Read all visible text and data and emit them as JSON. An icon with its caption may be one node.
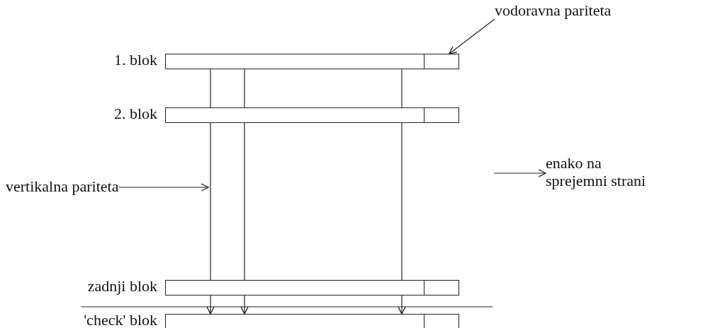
{
  "diagram": {
    "nodes": [
      {
        "text": [
          "1. blok"
        ]
      },
      {
        "text": [],
        "shape": "box",
        "in": 0
      },
      {
        "text": [
          "2. blok"
        ]
      },
      {
        "text": [],
        "shape": "box",
        "in": 2
      },
      {
        "text": [
          "zadnji blok"
        ]
      },
      {
        "text": [],
        "shape": "box",
        "in": 4
      },
      {
        "text": [
          "'check' blok"
        ]
      },
      {
        "text": [],
        "shape": "box",
        "in": 6
      },
      {
        "text": [
          "vodoravna pariteta"
        ]
      },
      {
        "text": [
          "vertikalna pariteta"
        ]
      },
      {
        "text": [
          "enako na sprejemni strani"
        ]
      }
    ],
    "edges": [
      {
        "from": 0,
        "to": 6,
        "arrow": "to"
      },
      {
        "from": 0,
        "to": 6,
        "arrow": "to"
      },
      {
        "from": 0,
        "to": 6,
        "arrow": "to"
      },
      {
        "from": 8,
        "to": 1,
        "arrow": "to"
      },
      {
        "from": 9,
        "to": null,
        "arrow": "to"
      },
      {
        "from": null,
        "to": 10,
        "arrow": "to"
      }
    ]
  }
}
